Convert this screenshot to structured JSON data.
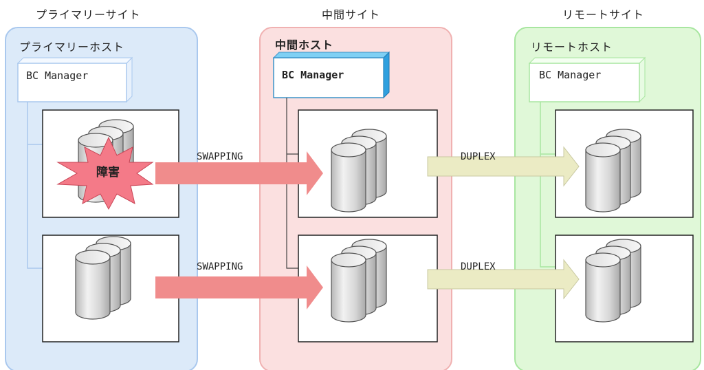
{
  "sites": {
    "primary": {
      "title": "プライマリーサイト",
      "host_label": "プライマリーホスト",
      "manager_label": "BC Manager"
    },
    "middle": {
      "title": "中間サイト",
      "host_label": "中間ホスト",
      "manager_label": "BC Manager"
    },
    "remote": {
      "title": "リモートサイト",
      "host_label": "リモートホスト",
      "manager_label": "BC Manager"
    }
  },
  "links": {
    "primary_to_middle": [
      "SWAPPING",
      "SWAPPING"
    ],
    "middle_to_remote": [
      "DUPLEX",
      "DUPLEX"
    ]
  },
  "failure_label": "障害",
  "colors": {
    "primary_bg": "#dceaf9",
    "primary_border": "#a9c8ee",
    "middle_bg": "#fbe0e0",
    "middle_border": "#f0b1b1",
    "remote_bg": "#e0f8d8",
    "remote_border": "#a8e6a0",
    "swap_arrow": "#f08c8c",
    "duplex_arrow": "#ebebc4",
    "failure_burst": "#f47a88"
  }
}
